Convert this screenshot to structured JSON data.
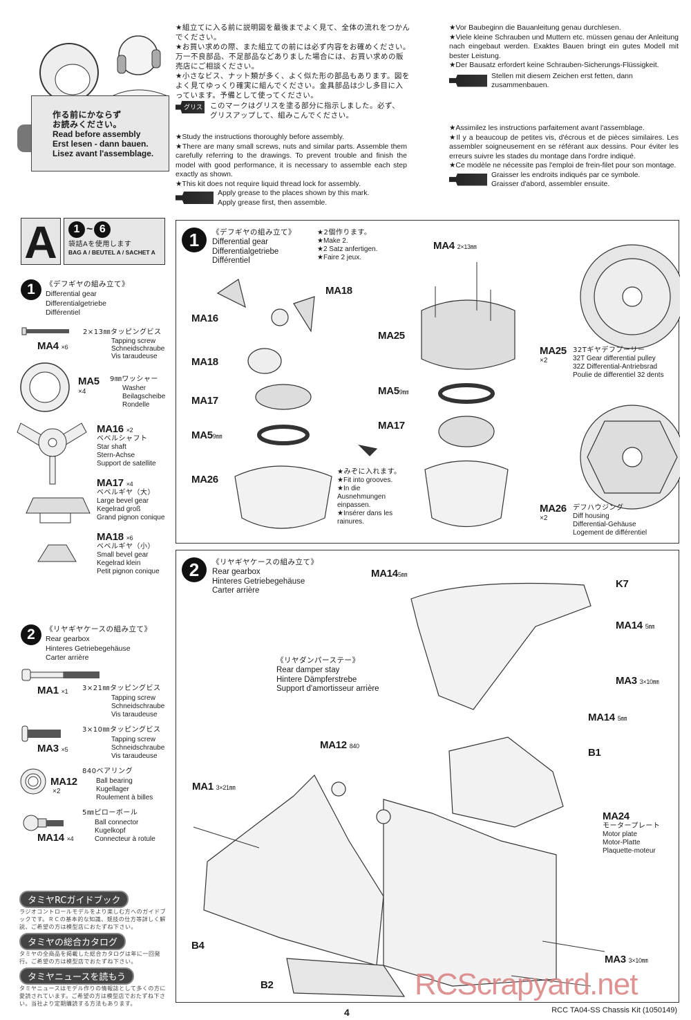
{
  "header": {
    "sign": {
      "jp1": "作る前にかならず",
      "jp2": "お読みください。",
      "en": "Read before assembly",
      "de": "Erst lesen - dann bauen.",
      "fr": "Lisez avant l'assemblage."
    },
    "jp_notes": [
      "★組立てに入る前に説明図を最後までよく見て、全体の流れをつかんでください。",
      "★お買い求めの際、また組立ての前には必ず内容をお確めください。万一不良部品、不足部品などありました場合には、お買い求めの販売店にご相談ください。",
      "★小さなビス、ナット類が多く、よく似た形の部品もあります。図をよく見てゆっくり確実に組んでください。金具部品は少し多目に入っています。予備として使ってください。"
    ],
    "jp_grease_tag": "グリス",
    "jp_grease": "このマークはグリスを塗る部分に指示しました。必ず、グリスアップして、組みこんでください。",
    "en_notes": [
      "★Study the instructions thoroughly before assembly.",
      "★There are many small screws, nuts and similar parts. Assemble them carefully referring to the drawings. To prevent trouble and finish the model with good performance, it is necessary to assemble each step exactly as shown.",
      "★This kit does not require liquid thread lock for assembly."
    ],
    "en_grease": [
      "Apply grease to the places shown by this mark.",
      "Apply grease first, then assemble."
    ],
    "de_notes": [
      "★Vor Baubeginn die Bauanleitung genau durchlesen.",
      "★Viele kleine Schrauben und Muttern etc. müssen genau der Anleitung nach eingebaut werden. Exaktes Bauen bringt ein gutes Modell mit bester Leistung.",
      "★Der Bausatz erfordert keine Schrauben-Sicherungs-Flüssigkeit."
    ],
    "de_grease": [
      "Stellen mit diesem Zeichen erst fetten, dann",
      "zusammenbauen."
    ],
    "fr_notes": [
      "★Assimilez les instructions parfaitement avant  l'assemblage.",
      "★Il y a beaucoup de petites vis, d'écrous et de pièces similaires. Les assembler soigneusement en se référant aux dessins. Pour éviter les erreurs suivre les stades du montage dans l'ordre indiqué.",
      "★Ce modèle ne nécessite pas l'emploi de frein-filet pour son montage."
    ],
    "fr_grease": [
      "Graisser les endroits indiqués par ce symbole.",
      "Graisser d'abord, assembler ensuite."
    ]
  },
  "bag": {
    "letter": "A",
    "range_start": "1",
    "range_sep": "~",
    "range_end": "6",
    "jp": "袋詰Aを使用します",
    "label": "BAG A / BEUTEL A / SACHET A"
  },
  "steps": [
    {
      "num": "1",
      "jp": "《デフギヤの組み立て》",
      "en": "Differential gear",
      "de": "Differentialgetriebe",
      "fr": "Différentiel",
      "note": [
        "★2個作ります。",
        "★Make 2.",
        "★2 Satz anfertigen.",
        "★Faire 2 jeux."
      ],
      "parts": [
        {
          "id": "MA4",
          "qty": "×6",
          "jp": "2×13㎜タッピングビス",
          "en": "Tapping screw",
          "de": "Schneidschraube",
          "fr": "Vis taraudeuse"
        },
        {
          "id": "MA5",
          "qty": "×4",
          "jp": "9㎜ワッシャー",
          "en": "Washer",
          "de": "Beilagscheibe",
          "fr": "Rondelle"
        },
        {
          "id": "MA16",
          "qty": "×2",
          "jp": "ベベルシャフト",
          "en": "Star shaft",
          "de": "Stern-Achse",
          "fr": "Support de satellite"
        },
        {
          "id": "MA17",
          "qty": "×4",
          "jp": "ベベルギヤ（大）",
          "en": "Large bevel gear",
          "de": "Kegelrad groß",
          "fr": "Grand pignon conique"
        },
        {
          "id": "MA18",
          "qty": "×6",
          "jp": "ベベルギヤ（小）",
          "en": "Small bevel gear",
          "de": "Kegelrad klein",
          "fr": "Petit pignon conique"
        }
      ],
      "diagram_labels": {
        "ma18a": "MA18",
        "ma16": "MA16",
        "ma18b": "MA18",
        "ma17a": "MA17",
        "ma5a": "MA5",
        "ma5a_size": "9㎜",
        "ma26a": "MA26",
        "ma4": "MA4",
        "ma4_size": "2×13㎜",
        "ma25a": "MA25",
        "ma5b": "MA5",
        "ma5b_size": "9㎜",
        "ma17b": "MA17"
      },
      "groove_note": [
        "★みぞに入れます。",
        "★Fit into grooves.",
        "★In die Ausnehmungen einpassen.",
        "★Insérer dans les rainures."
      ],
      "callouts": [
        {
          "id": "MA25",
          "qty": "×2",
          "jp": "32Tギヤデフプーリー",
          "en": "32T Gear differential pulley",
          "de": "32Z Differential-Antriebsrad",
          "fr": "Poulie de differentiel 32 dents"
        },
        {
          "id": "MA26",
          "qty": "×2",
          "jp": "デフハウジング",
          "en": "Diff housing",
          "de": "Differential-Gehäuse",
          "fr": "Logement de différentiel"
        }
      ]
    },
    {
      "num": "2",
      "jp": "《リヤギヤケースの組み立て》",
      "en": "Rear gearbox",
      "de": "Hinteres Getriebegehäuse",
      "fr": "Carter arrière",
      "parts": [
        {
          "id": "MA1",
          "qty": "×1",
          "jp": "3×21㎜タッピングビス",
          "en": "Tapping screw",
          "de": "Schneidschraube",
          "fr": "Vis taraudeuse"
        },
        {
          "id": "MA3",
          "qty": "×5",
          "jp": "3×10㎜タッピングビス",
          "en": "Tapping screw",
          "de": "Schneidschraube",
          "fr": "Vis taraudeuse"
        },
        {
          "id": "MA12",
          "qty": "×2",
          "jp": "840ベアリング",
          "en": "Ball bearing",
          "de": "Kugellager",
          "fr": "Roulement à billes"
        },
        {
          "id": "MA14",
          "qty": "×4",
          "jp": "5㎜ピローボール",
          "en": "Ball connector",
          "de": "Kugelkopf",
          "fr": "Connecteur à rotule"
        }
      ],
      "sub": {
        "jp": "《リヤダンパーステー》",
        "en": "Rear damper stay",
        "de": "Hintere Dämpferstrebe",
        "fr": "Support d'amortisseur arrière"
      },
      "diagram_labels": {
        "ma14a": "MA14",
        "ma14a_size": "5㎜",
        "k7": "K7",
        "ma14b": "MA14",
        "ma14b_size": "5㎜",
        "ma3a": "MA3",
        "ma3a_size": "3×10㎜",
        "ma14c": "MA14",
        "ma14c_size": "5㎜",
        "b1": "B1",
        "ma12": "MA12",
        "ma12_size": "840",
        "ma1": "MA1",
        "ma1_size": "3×21㎜",
        "ma24": "MA24",
        "b4": "B4",
        "b2": "B2",
        "ma3b": "MA3",
        "ma3b_size": "3×10㎜"
      },
      "ma24": {
        "jp": "モータープレート",
        "en": "Motor plate",
        "de": "Motor-Platte",
        "fr": "Plaquette-moteur"
      }
    }
  ],
  "ads": [
    {
      "title": "タミヤRCガイドブック",
      "body": "ラジオコントロールモデルをより楽しむ方へのガイドブックです。ＲＣの基本的な知識、競技の仕方等詳しく解説、ご希望の方は模型店におたずね下さい。"
    },
    {
      "title": "タミヤの総合カタログ",
      "body": "タミヤの全商品を掲載した総合カタログは年に一回発行。ご希望の方は模型店でおたずね下さい。"
    },
    {
      "title": "タミヤニュースを読もう",
      "body": "タミヤニュースはモデル作りの情報誌として多くの方に愛読されています。ご希望の方は模型店でおたずね下さい。当社より定期購読する方法もあります。"
    }
  ],
  "footer": {
    "page": "4",
    "kit": "RCC TA04-SS Chassis Kit (1050149)"
  },
  "watermark": "RCScrapyard.net"
}
